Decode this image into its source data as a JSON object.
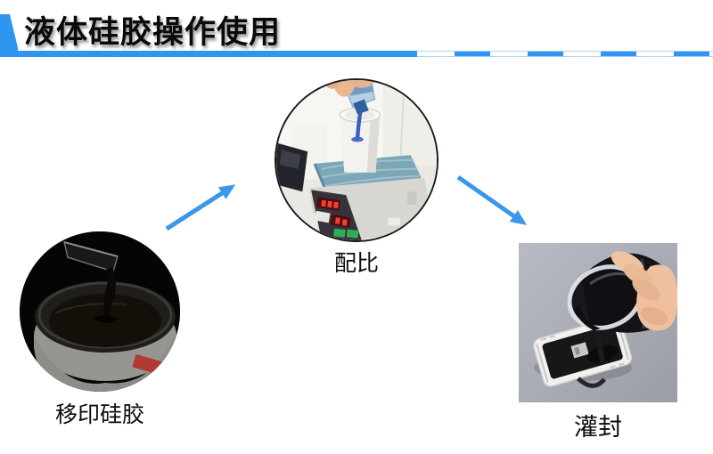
{
  "header": {
    "title": "液体硅胶操作使用",
    "accent_color": "#2e96ee"
  },
  "flow": {
    "arrow_color": "#3b97ea",
    "steps": [
      {
        "id": "pad-printing-silicone",
        "label": "移印硅胶"
      },
      {
        "id": "mixing-ratio",
        "label": "配比"
      },
      {
        "id": "potting",
        "label": "灌封"
      }
    ]
  }
}
